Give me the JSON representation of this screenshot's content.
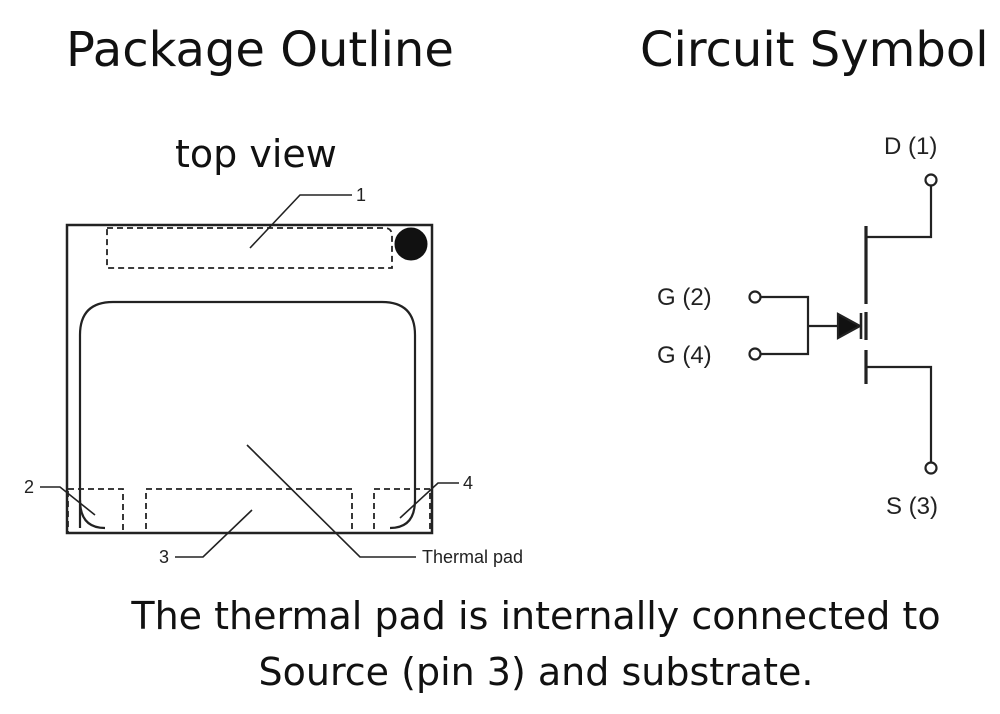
{
  "titles": {
    "package": "Package Outline",
    "circuit": "Circuit Symbol"
  },
  "package_outline": {
    "view_label": "top view",
    "pin_labels": {
      "pin1": "1",
      "pin2": "2",
      "pin3": "3",
      "pin4": "4"
    },
    "thermal_pad_label": "Thermal pad"
  },
  "circuit_symbol": {
    "drain": "D (1)",
    "gate_a": "G (2)",
    "gate_b": "G (4)",
    "source": "S (3)"
  },
  "note": {
    "line1": "The thermal pad is internally connected to",
    "line2": "Source (pin 3) and substrate."
  }
}
